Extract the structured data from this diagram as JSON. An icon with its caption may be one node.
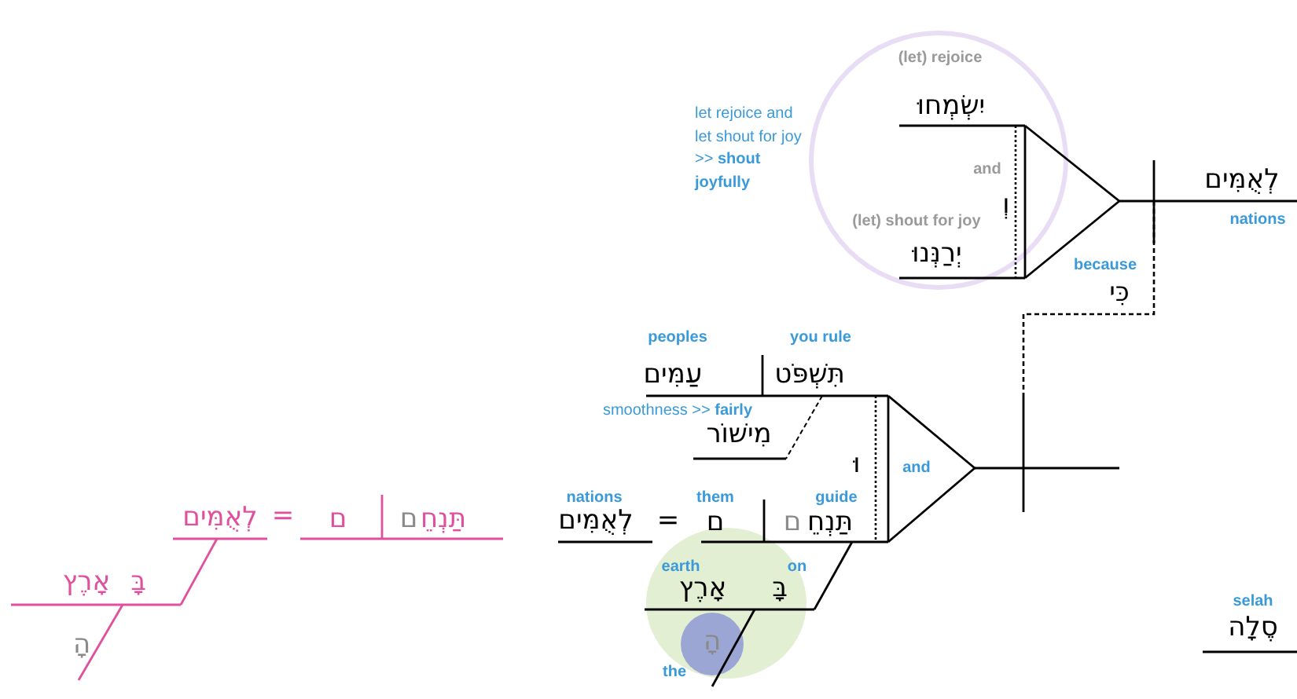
{
  "diagram": {
    "labels": [
      "(let) rejoice",
      "let rejoice and let shout for joy >> **shout joyfully**",
      "יִשְׂמְחוּ",
      "and",
      "וְ",
      "לְאֻמִּים",
      "(let) shout for joy",
      "nations",
      "יְרַנְּנוּ",
      "because",
      "כִּי",
      "peoples",
      "you rule",
      "עַמִּים",
      "תִּשְׁפֹּט",
      "smoothness >> **fairly**",
      "מִישׁוֹר",
      "וּ",
      "and",
      "nations",
      "them",
      "guide",
      "לְאֻמִּים",
      "=",
      "ם",
      "ם",
      "תַּנְחֵ",
      "earth",
      "on",
      "אָרֶץ",
      "בָּ",
      "הָ",
      "the",
      "selah",
      "סֶלָה",
      "לְאֻמִּים",
      "=",
      "ם",
      "ם",
      "תַּנְחֵ",
      "אָרֶץ",
      "בָּ",
      "הָ"
    ]
  }
}
